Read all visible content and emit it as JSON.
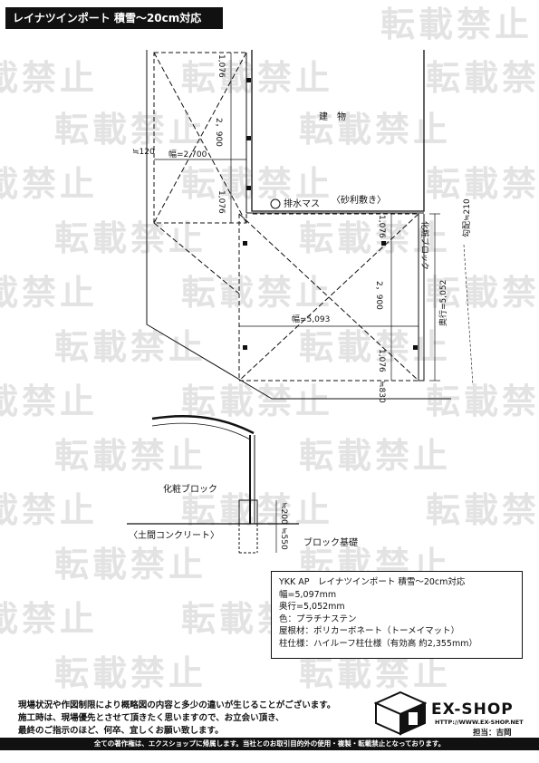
{
  "header": {
    "title": "レイナツインポート 積雪〜20cm対応"
  },
  "watermark": {
    "text": "転載禁止"
  },
  "plan": {
    "building": "建　物",
    "drain": "排水マス",
    "gravel": "〈砂利敷き〉",
    "offset_top": "≒120",
    "width_top": "幅=2,700",
    "dim_1076_a": "1,076",
    "dim_2900_a": "2，900",
    "dim_1076_b": "1,076",
    "width_main": "幅=5,093",
    "dim_1076_c": "1,076",
    "dim_2900_b": "2，900",
    "dim_1076_d": "1,076",
    "offset_bottom": "≒830",
    "block_label": "化粧ブロック",
    "depth": "奥行=5,052",
    "slope": "勾配≒210"
  },
  "section": {
    "block_label": "化粧ブロック",
    "concrete": "〈土間コンクリート〉",
    "height": "≒200",
    "foundation_depth": "≒550",
    "foundation_label": "ブロック基礎"
  },
  "spec": {
    "line1": "YKK AP　レイナツインポート 積雪〜20cm対応",
    "line2": "幅=5,097mm",
    "line3": "奥行=5,052mm",
    "line4": "色：プラチナステン",
    "line5": "屋根材：ポリカーボネート（トーメイマット）",
    "line6": "柱仕様：ハイルーフ柱仕様（有効高 約2,355mm）"
  },
  "notes": {
    "line1": "現場状況や作図制限により概略図の内容と多少の違いが生じることがございます。",
    "line2": "施工時は、現場優先とさせて頂きたく思いますので、お立会い頂き、",
    "line3": "最終のご指示のほど、何卒、宜しくお願い致します。"
  },
  "brand": {
    "name": "EX-SHOP",
    "url": "HTTP://WWW.EX-SHOP.NET",
    "staff": "担当：吉岡"
  },
  "footer": {
    "text": "全ての著作権は、エクスショップに帰属します。当社とのお取引目的外の使用・複製・転載禁止となっております。"
  }
}
